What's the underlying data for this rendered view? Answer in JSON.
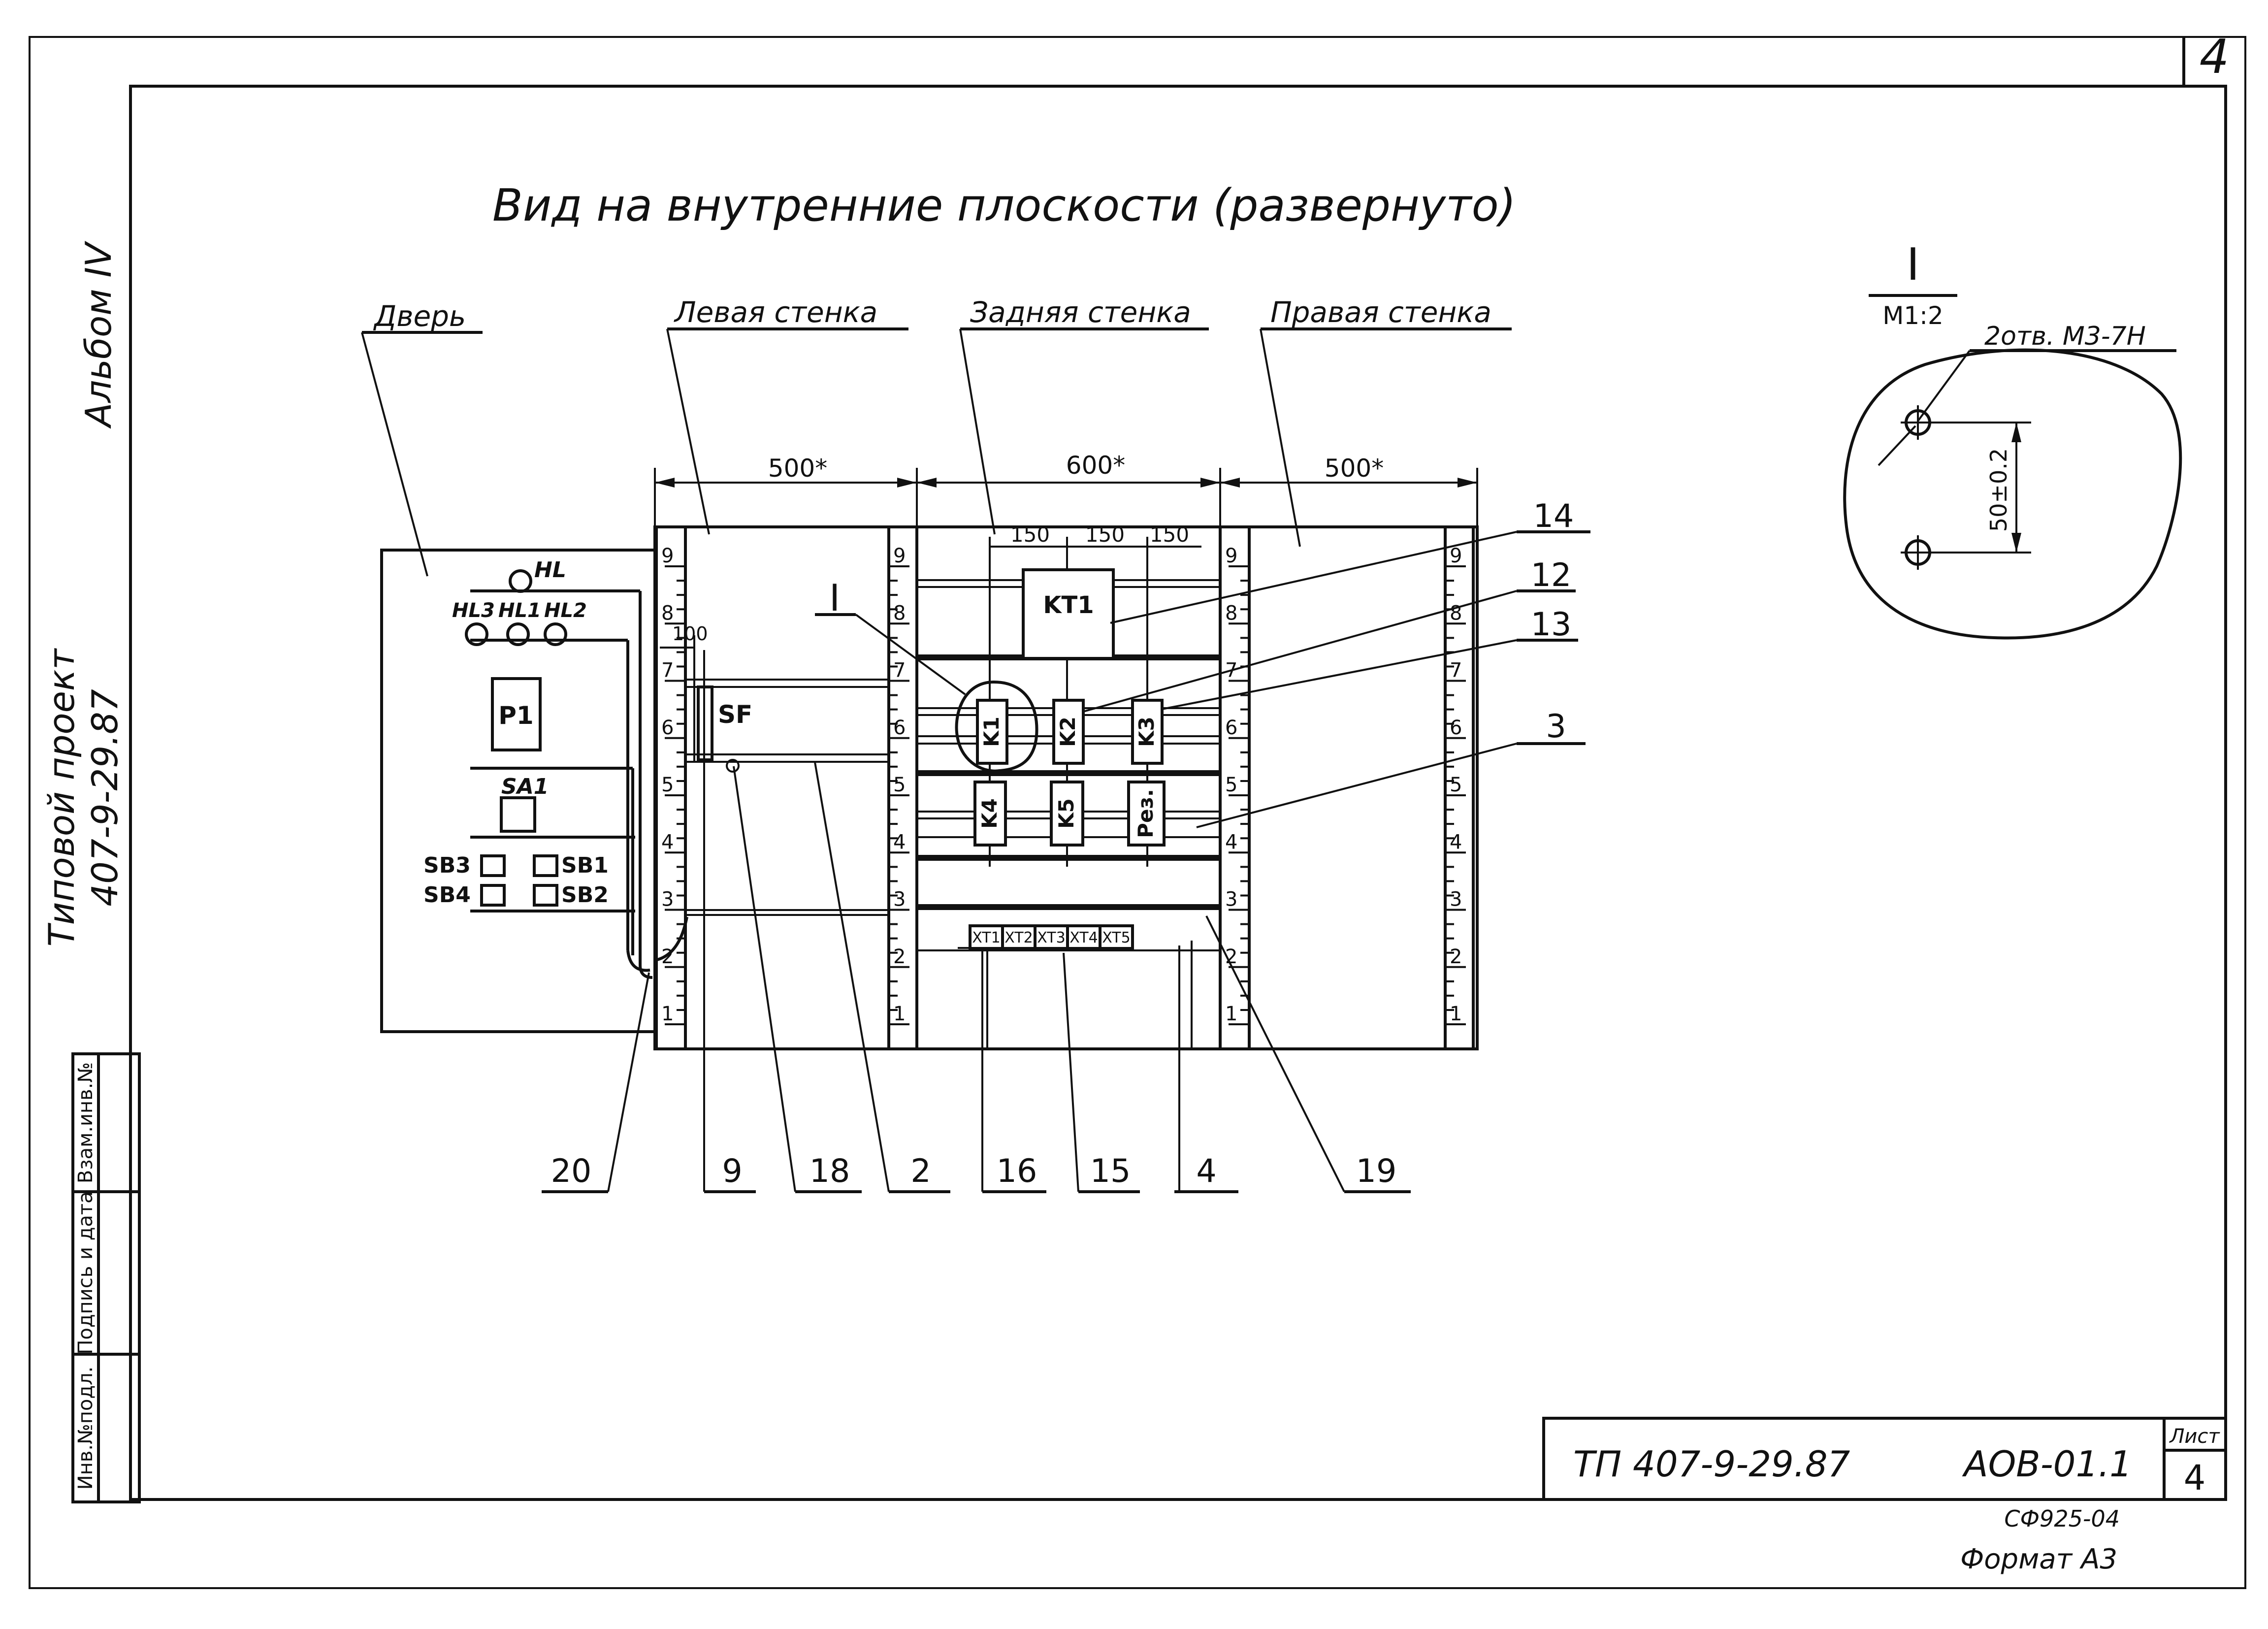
{
  "sheet_corner_number": "4",
  "title": "Вид на внутренние плоскости (развернуто)",
  "side": {
    "album": "Альбом IV",
    "project_label": "Типовой проект",
    "project_code": "407-9-29.87",
    "stamp_cells": [
      "Инв.№подл.",
      "Подпись и дата",
      "Взам.инв.№"
    ]
  },
  "sections": {
    "door": "Дверь",
    "left_wall": "Левая стенка",
    "back_wall": "Задняя стенка",
    "right_wall": "Правая стенка"
  },
  "dimensions": {
    "left_width": "500*",
    "back_width": "600*",
    "right_width": "500*",
    "spacing": [
      "150",
      "150",
      "150"
    ],
    "sf_offset": "100"
  },
  "door_devices": {
    "hl": "HL",
    "hl3": "HL3",
    "hl1": "HL1",
    "hl2": "HL2",
    "p1": "P1",
    "sa1": "SA1",
    "sb3": "SB3",
    "sb1": "SB1",
    "sb4": "SB4",
    "sb2": "SB2"
  },
  "devices": {
    "kt1": "KT1",
    "k1": "K1",
    "k2": "K2",
    "k3": "K3",
    "k4": "K4",
    "k5": "K5",
    "rez": "Рез.",
    "sf": "SF",
    "terminals": [
      "XT1",
      "XT2",
      "XT3",
      "XT4",
      "XT5"
    ]
  },
  "rail_numbers": [
    "1",
    "2",
    "3",
    "4",
    "5",
    "6",
    "7",
    "8",
    "9"
  ],
  "callouts_right": [
    "14",
    "12",
    "13",
    "3"
  ],
  "callouts_bottom": [
    "20",
    "9",
    "18",
    "2",
    "16",
    "15",
    "4",
    "19"
  ],
  "detail_marker": "I",
  "detail": {
    "marker": "I",
    "scale": "М1:2",
    "holes": "2отв. М3-7Н",
    "distance": "50±0.2"
  },
  "title_block": {
    "code": "ТП 407-9-29.87",
    "doc": "АОВ-01.1",
    "sheet_label": "Лист",
    "sheet_number": "4"
  },
  "footer": {
    "archive": "СФ925-04",
    "format": "Формат А3"
  }
}
